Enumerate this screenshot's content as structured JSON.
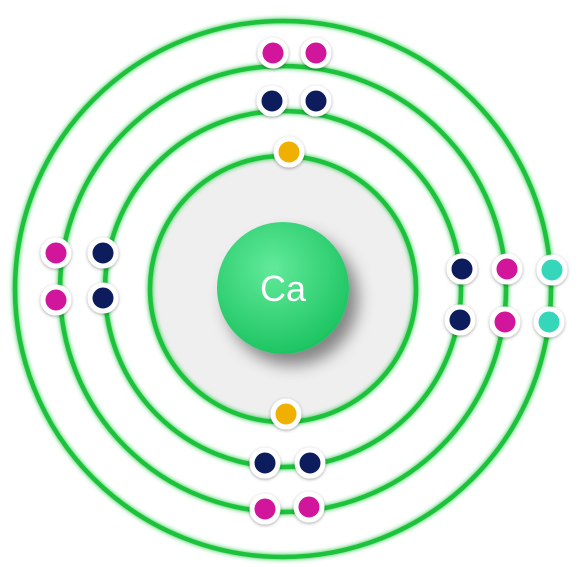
{
  "atom": {
    "symbol": "Ca",
    "colors": {
      "ring": "#1fc23a",
      "ring_glow": "#b9f5a8",
      "core_fill": "#efefef",
      "nucleus": "#19c25e",
      "nucleus_light": "#62ea9b",
      "electron_border": "#ffffff",
      "shell_1": "#f0b000",
      "shell_2": "#0f1e5c",
      "shell_3": "#d1159c",
      "shell_4": "#35d6ba"
    },
    "shells": [
      {
        "number": 1,
        "electrons": 2,
        "electron_color": "#f0b000"
      },
      {
        "number": 2,
        "electrons": 8,
        "electron_color": "#0f1e5c"
      },
      {
        "number": 3,
        "electrons": 8,
        "electron_color": "#d1159c"
      },
      {
        "number": 4,
        "electrons": 2,
        "electron_color": "#35d6ba"
      }
    ]
  }
}
